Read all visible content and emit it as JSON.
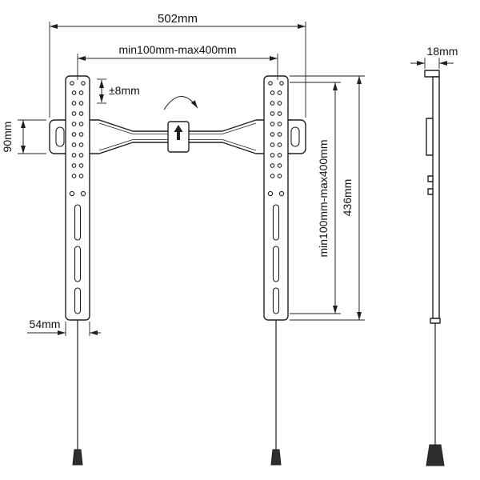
{
  "labels": {
    "total_width": "502mm",
    "vesa_horizontal": "min100mm-max400mm",
    "height_adjust": "±8mm",
    "plate_height": "90mm",
    "vesa_vertical": "min100mm-max400mm",
    "bracket_height": "436mm",
    "bracket_width": "54mm",
    "profile_depth": "18mm"
  },
  "colors": {
    "background": "#ffffff",
    "line": "#231f20",
    "text": "#111111",
    "knob": "#2e2e2e"
  }
}
